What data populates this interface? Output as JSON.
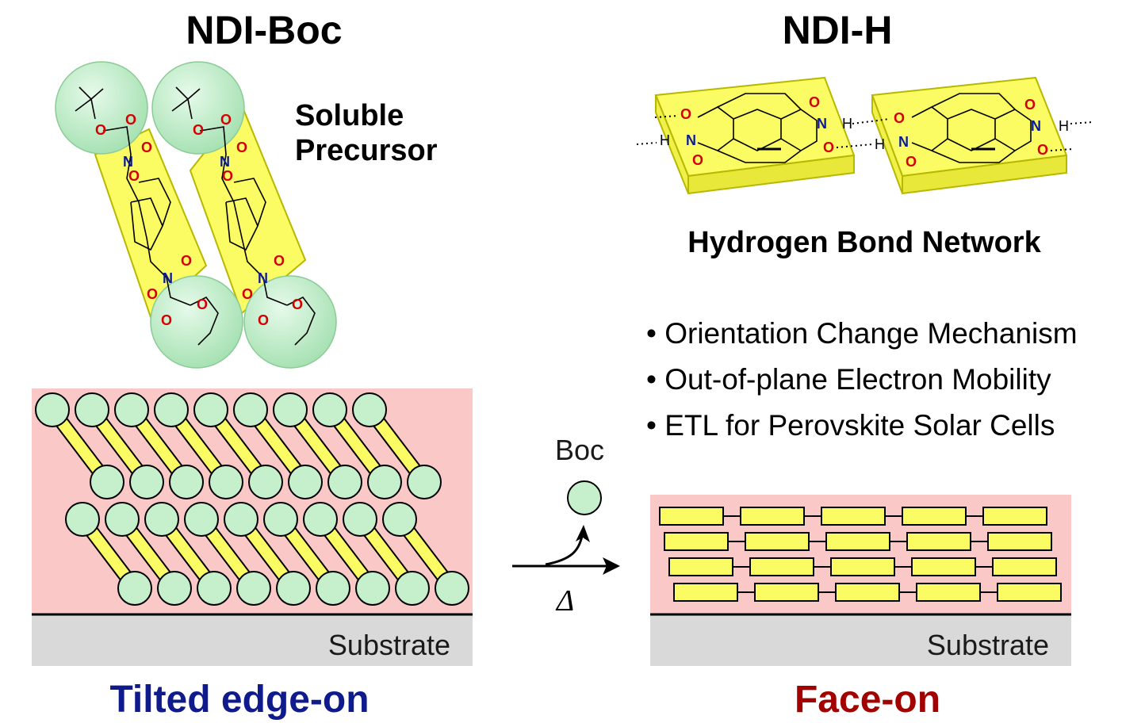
{
  "left": {
    "title": "NDI-Boc",
    "precursor_label_line1": "Soluble",
    "precursor_label_line2": "Precursor",
    "substrate_label": "Substrate",
    "orientation_label": "Tilted edge-on"
  },
  "right": {
    "title": "NDI-H",
    "network_label": "Hydrogen Bond Network",
    "bullets": [
      "• Orientation Change Mechanism",
      "• Out-of-plane Electron Mobility",
      "• ETL for Perovskite Solar Cells"
    ],
    "substrate_label": "Substrate",
    "orientation_label": "Face-on"
  },
  "reaction": {
    "leaving_group_label": "Boc",
    "condition_label": "Δ"
  },
  "atoms": {
    "oxygen": "O",
    "nitrogen": "N",
    "hydrogen": "H"
  },
  "colors": {
    "film_pink": "#fbc8c8",
    "substrate_gray": "#d9d9d9",
    "boc_green": "#c6f0cc",
    "ndi_yellow": "#fbfb64",
    "edge_on_blue": "#0f1a8c",
    "face_on_red": "#a30000",
    "oxygen_red": "#d40000",
    "nitrogen_blue": "#0a1a9a"
  }
}
